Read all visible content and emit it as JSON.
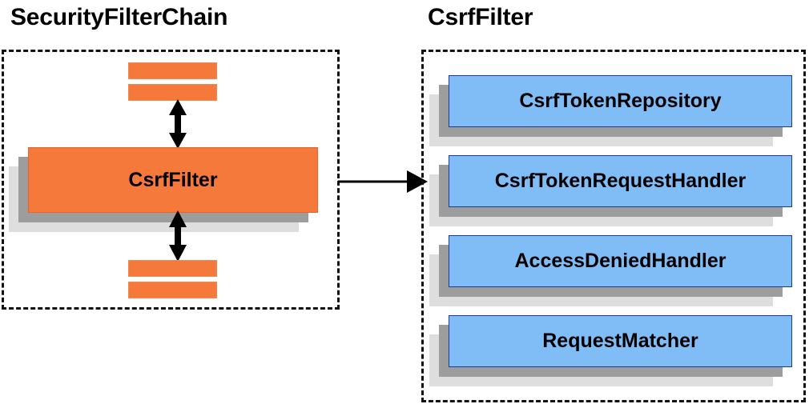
{
  "diagram": {
    "title_left": "SecurityFilterChain",
    "title_right": "CsrfFilter",
    "colors": {
      "orange_fill": "#f4793a",
      "orange_border": "#e8622a",
      "blue_fill": "#80bdf7",
      "blue_border": "#1c3c94",
      "shadow_near": "#9d9d9d",
      "shadow_far": "#dedede",
      "panel_border": "#111111",
      "text": "#000000"
    }
  },
  "left_panel": {
    "title": "SecurityFilterChain",
    "main_box": {
      "label": "CsrfFilter"
    },
    "filters_above": [
      "",
      ""
    ],
    "filters_below": [
      "",
      ""
    ],
    "arrows": {
      "above": "double-headed-vertical-arrow",
      "below": "double-headed-vertical-arrow"
    }
  },
  "connector": {
    "arrow": "right-arrow"
  },
  "right_panel": {
    "title": "CsrfFilter",
    "collaborators": [
      {
        "label": "CsrfTokenRepository"
      },
      {
        "label": "CsrfTokenRequestHandler"
      },
      {
        "label": "AccessDeniedHandler"
      },
      {
        "label": "RequestMatcher"
      }
    ]
  }
}
